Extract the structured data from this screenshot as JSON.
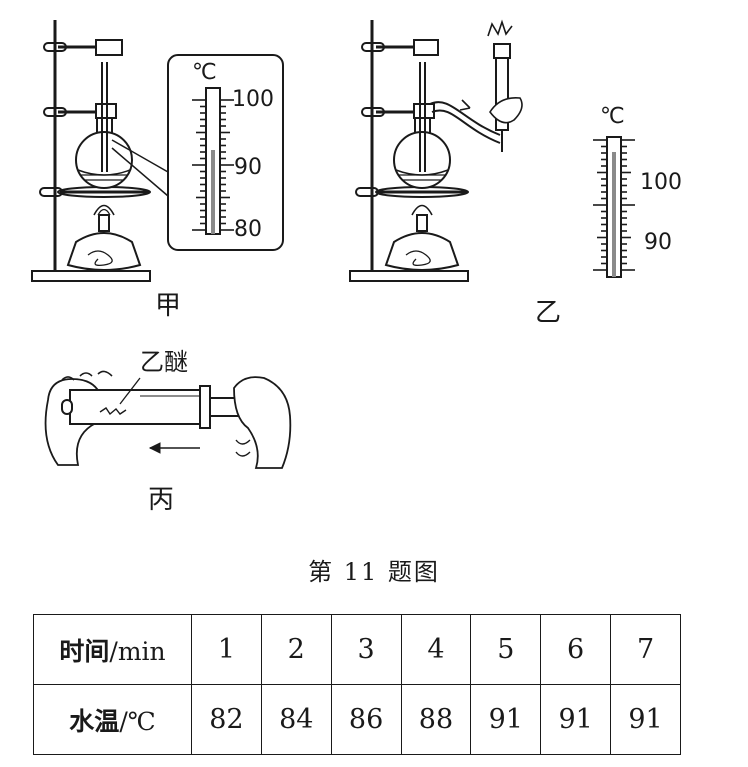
{
  "figures": {
    "jia": {
      "label": "甲",
      "thermometer": {
        "unit": "℃",
        "ticks": [
          "100",
          "90",
          "80"
        ]
      }
    },
    "yi": {
      "label": "乙",
      "thermometer": {
        "unit": "℃",
        "ticks": [
          "100",
          "90"
        ]
      }
    },
    "bing": {
      "label": "丙",
      "annotation": "乙醚"
    }
  },
  "caption": "第 11 题图",
  "table": {
    "row_time": {
      "header": "时间",
      "unit": "/min",
      "values": [
        "1",
        "2",
        "3",
        "4",
        "5",
        "6",
        "7"
      ]
    },
    "row_temp": {
      "header": "水温",
      "unit": "/℃",
      "values": [
        "82",
        "84",
        "86",
        "88",
        "91",
        "91",
        "91"
      ]
    }
  }
}
